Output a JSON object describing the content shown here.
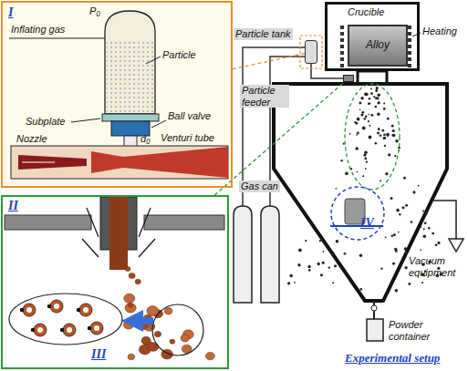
{
  "diagram": {
    "caption": "Experimental setup",
    "nodes": [
      {
        "text": [
          "I"
        ]
      },
      {
        "text": [
          "II"
        ]
      },
      {
        "text": [
          "Particle tank"
        ]
      },
      {
        "text": [
          "Particle feeder"
        ]
      },
      {
        "text": [
          "Crucible"
        ]
      },
      {
        "text": [
          "Alloy"
        ],
        "in": 4
      },
      {
        "text": [
          "IV"
        ]
      }
    ],
    "edges": [
      {
        "from": 0,
        "to": 2,
        "arrow": "none"
      },
      {
        "from": 1,
        "to": 3,
        "arrow": "none"
      }
    ],
    "labels": [
      "P₀",
      "Inflating gas",
      "Particle",
      "Ball valve",
      "Subplate",
      "Nozzle",
      "d₀",
      "Venturi tube",
      "III",
      "Heating",
      "Gas can",
      "Vacuum equipment",
      "Powder container"
    ]
  }
}
